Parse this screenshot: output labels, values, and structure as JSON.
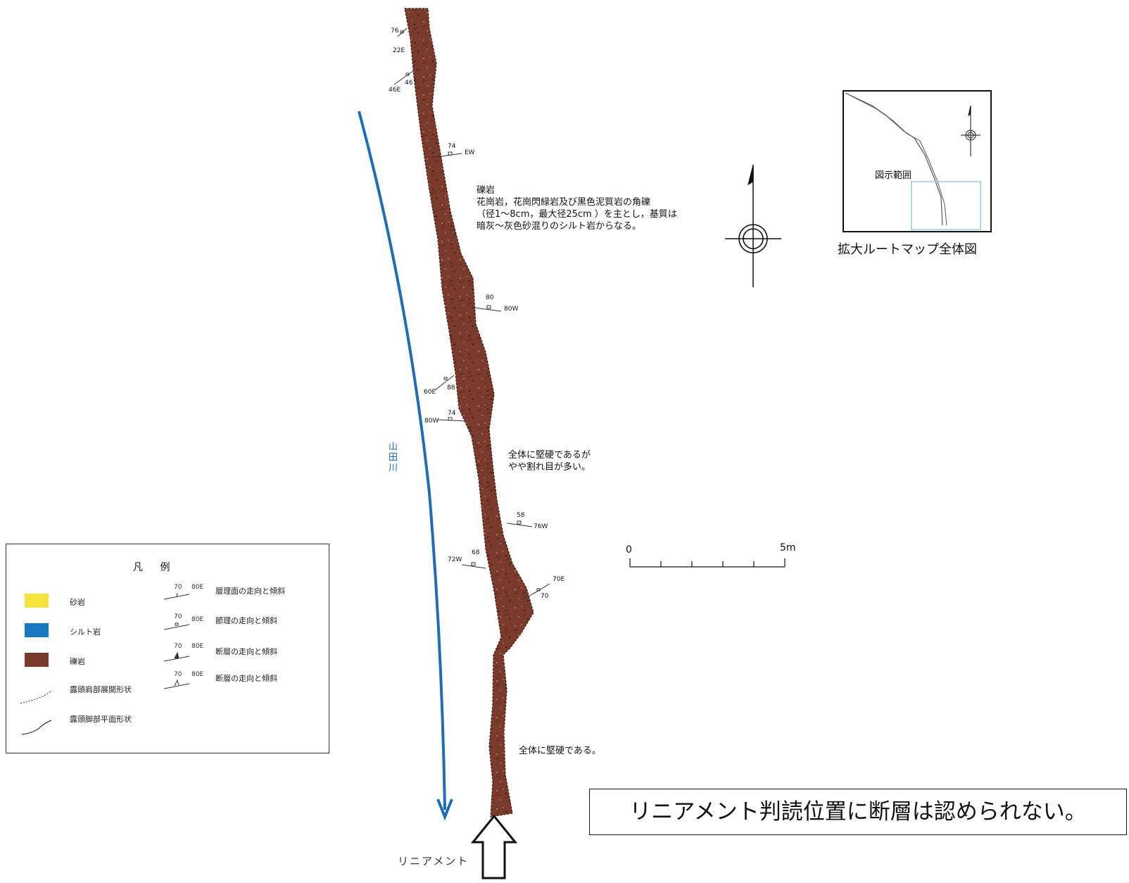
{
  "map": {
    "rock_description": [
      "礫岩",
      "花崗岩，花崗閃緑岩及び黒色泥質岩の角礫",
      "（径1～8cm，最大径25cm ）を主とし，基質は",
      "暗灰～灰色砂混りのシルト岩からなる。"
    ],
    "hardness_note_1": [
      "全体に堅硬であるが",
      "やや割れ目が多い。"
    ],
    "hardness_note_2": "全体に堅硬である。",
    "river_label": "山田川",
    "lineament_label": "リニアメント",
    "conclusion": "リニアメント判読位置に断層は認められない。",
    "measurements": [
      {
        "dip": "76",
        "strike": "22E"
      },
      {
        "dip": "46",
        "strike": "46E"
      },
      {
        "dip": "74",
        "strike": "EW"
      },
      {
        "dip": "80",
        "strike": "80W"
      },
      {
        "dip": "88",
        "strike": "60E"
      },
      {
        "dip": "74",
        "strike": "80W"
      },
      {
        "dip": "58",
        "strike": "76W"
      },
      {
        "dip": "68",
        "strike": "72W"
      },
      {
        "dip": "70",
        "strike": "70E"
      }
    ]
  },
  "scale_bar": {
    "start": "0",
    "end": "5m"
  },
  "inset": {
    "title": "拡大ルートマップ全体図",
    "range_label": "図示範囲"
  },
  "legend": {
    "title": "凡 例",
    "rock_items": [
      {
        "label": "砂岩",
        "color": "#f5e23a"
      },
      {
        "label": "シルト岩",
        "color": "#1878c0"
      },
      {
        "label": "礫岩",
        "color": "#7a3a2c"
      }
    ],
    "line_items": [
      {
        "label": "露頭肩部展開形状"
      },
      {
        "label": "露頭脚部平面形状"
      }
    ],
    "symbol_items": [
      {
        "dip": "70",
        "strike": "80E",
        "label": "層理面の走向と傾斜"
      },
      {
        "dip": "70",
        "strike": "80E",
        "label": "節理の走向と傾斜"
      },
      {
        "dip": "70",
        "strike": "80E",
        "label": "断層の走向と傾斜"
      },
      {
        "dip": "70",
        "strike": "80E",
        "label": "断層の走向と傾斜"
      }
    ]
  },
  "colors": {
    "conglomerate": "#7a3a2c",
    "river": "#1f6db5",
    "inset_range": "#9fc6e0"
  }
}
